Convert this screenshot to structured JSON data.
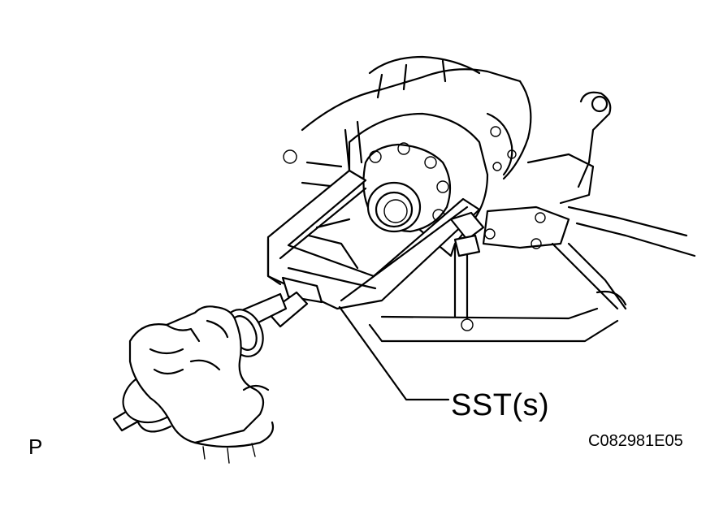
{
  "labels": {
    "callout": "SST(s)",
    "view_letter": "P",
    "figure_code": "C082981E05"
  },
  "icons": [
    "hand-icon",
    "puller-tool-icon",
    "axle-housing-icon"
  ]
}
